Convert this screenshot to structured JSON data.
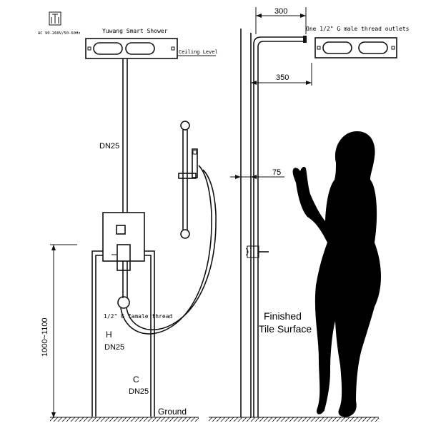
{
  "badge": {
    "text": "AC 90-260V/50-60Hz"
  },
  "product": {
    "name": "Yuwang Smart Shower"
  },
  "labels": {
    "ceiling": "Ceiling Level",
    "pipe_main": "DN25",
    "thread_inlet": "1/2\" G famale thread",
    "hot_code": "H",
    "hot_size": "DN25",
    "cold_code": "C",
    "cold_size": "DN25",
    "ground": "Ground",
    "height_range": "1000~1100",
    "outlets": "One 1/2\" G male thread outlets",
    "finish_line1": "Finished",
    "finish_line2": "Tile Surface"
  },
  "dimensions": {
    "arm_length": "300",
    "head_offset": "350",
    "wall_offset": "75"
  },
  "icons": [
    "power-plug-icon",
    "showerhead-icon",
    "hand-shower-icon",
    "valve-knob-icon",
    "human-silhouette-icon"
  ]
}
